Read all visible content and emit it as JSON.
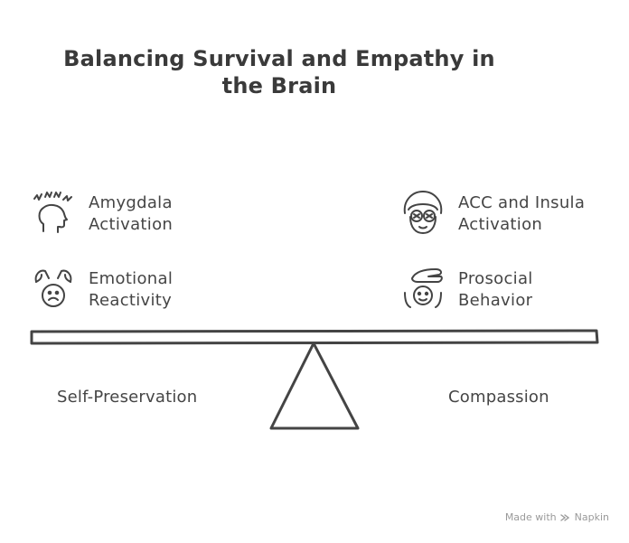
{
  "title": "Balancing Survival and Empathy in the Brain",
  "left": {
    "items": [
      {
        "label_line1": "Amygdala",
        "label_line2": "Activation",
        "icon": "alarmed-head-icon"
      },
      {
        "label_line1": "Emotional",
        "label_line2": "Reactivity",
        "icon": "reactive-face-icon"
      }
    ],
    "base_label": "Self-Preservation"
  },
  "right": {
    "items": [
      {
        "label_line1": "ACC and Insula",
        "label_line2": "Activation",
        "icon": "brain-face-icon"
      },
      {
        "label_line1": "Prosocial",
        "label_line2": "Behavior",
        "icon": "caring-hand-icon"
      }
    ],
    "base_label": "Compassion"
  },
  "footer": {
    "made_with": "Made with",
    "brand": "Napkin"
  },
  "colors": {
    "stroke": "#444444",
    "footer": "#9a9a9a"
  }
}
